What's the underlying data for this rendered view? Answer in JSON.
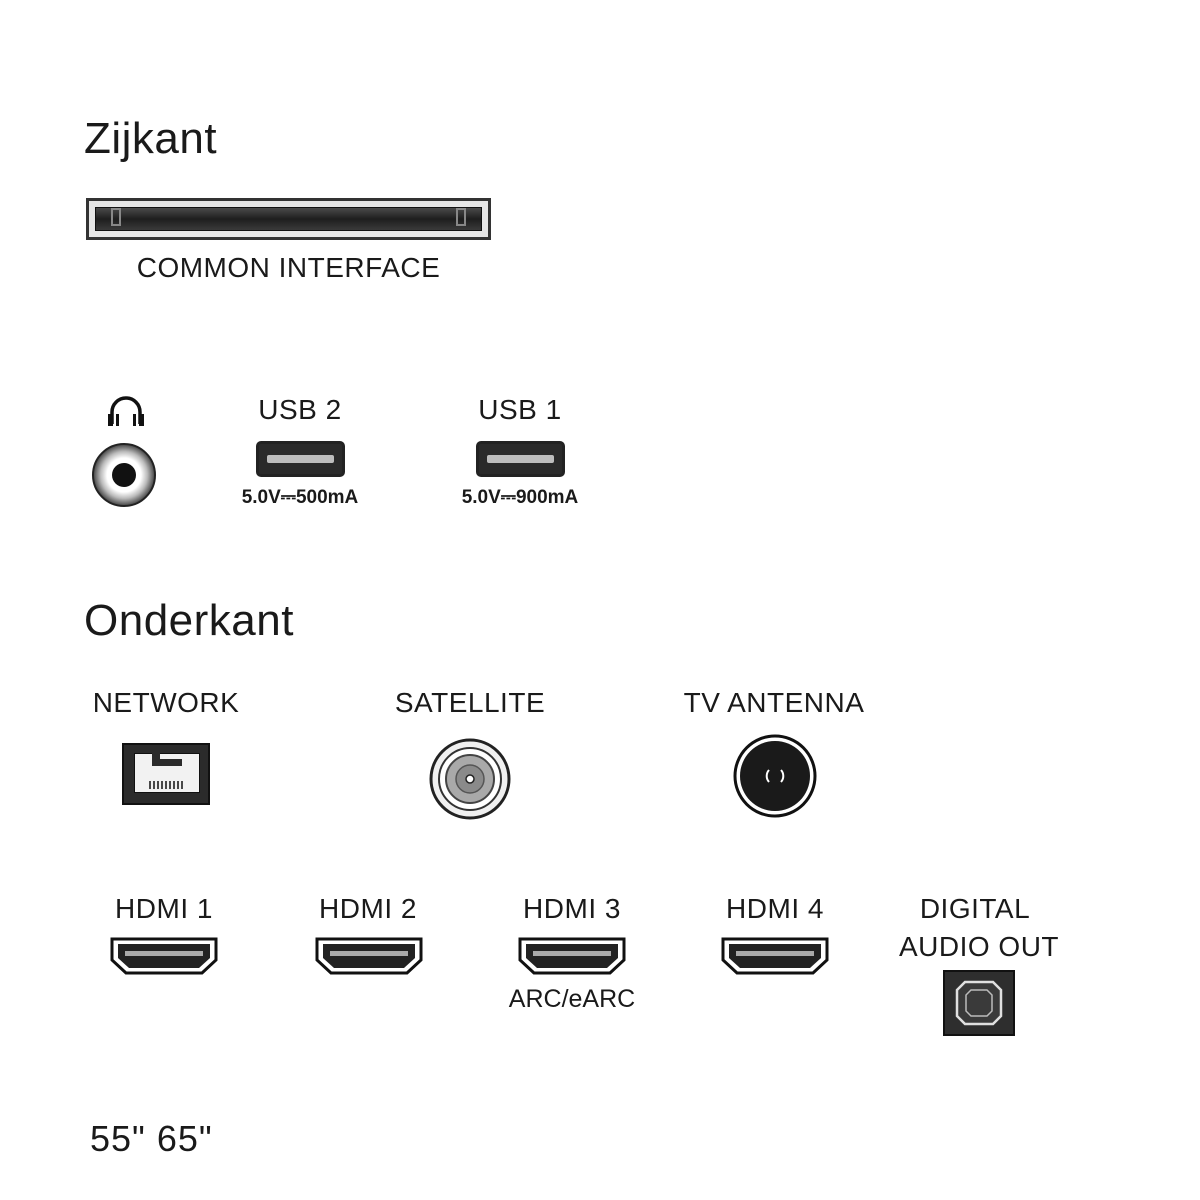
{
  "sections": {
    "side_title": "Zijkant",
    "bottom_title": "Onderkant"
  },
  "side_ports": {
    "common_interface": "COMMON INTERFACE",
    "usb2_label": "USB 2",
    "usb2_spec": "5.0V⎓500mA",
    "usb1_label": "USB 1",
    "usb1_spec": "5.0V⎓900mA",
    "headphone_icon": "headphone-icon"
  },
  "bottom_ports": {
    "network": "NETWORK",
    "satellite": "SATELLITE",
    "tv_antenna": "TV ANTENNA",
    "hdmi1": "HDMI 1",
    "hdmi2": "HDMI 2",
    "hdmi3": "HDMI 3",
    "hdmi3_note": "ARC/eARC",
    "hdmi4": "HDMI 4",
    "digital_audio_line1": "DIGITAL",
    "digital_audio_line2": "AUDIO OUT"
  },
  "sizes": "55\" 65\""
}
